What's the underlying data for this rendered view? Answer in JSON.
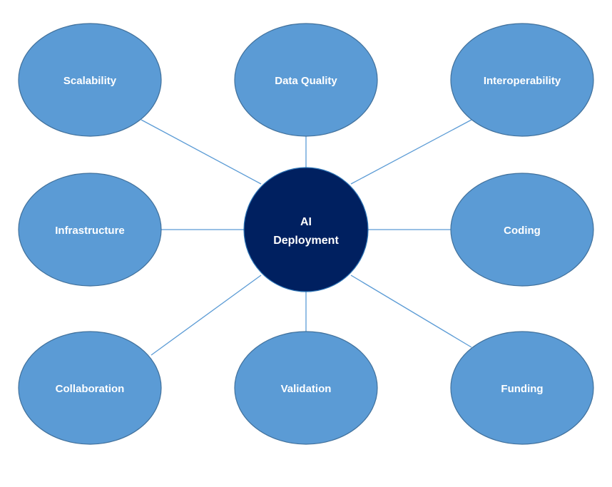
{
  "diagram": {
    "center": {
      "line1": "AI",
      "line2": "Deployment"
    },
    "nodes": [
      {
        "label": "Scalability"
      },
      {
        "label": "Data Quality"
      },
      {
        "label": "Interoperability"
      },
      {
        "label": "Infrastructure"
      },
      {
        "label": "Coding"
      },
      {
        "label": "Collaboration"
      },
      {
        "label": "Validation"
      },
      {
        "label": "Funding"
      }
    ]
  },
  "colors": {
    "center_fill": "#002060",
    "node_fill": "#5b9bd5",
    "connector": "#5b9bd5",
    "text": "#ffffff"
  }
}
